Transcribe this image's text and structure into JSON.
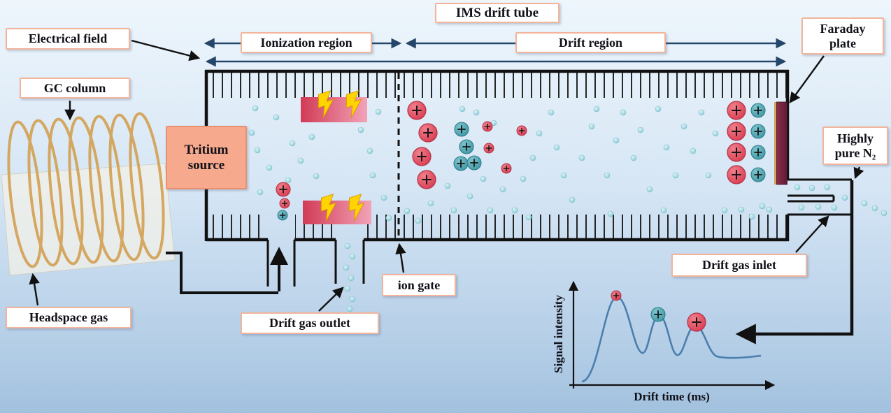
{
  "diagram": {
    "title": "IMS drift tube",
    "labels": {
      "electrical_field": "Electrical field",
      "ionization_region": "Ionization region",
      "drift_region": "Drift region",
      "gc_column": "GC column",
      "tritium_source": "Tritium source",
      "headspace_gas": "Headspace gas",
      "ion_gate": "ion gate",
      "drift_gas_outlet": "Drift gas outlet",
      "drift_gas_inlet": "Drift gas inlet",
      "faraday_plate": "Faraday plate",
      "highly_pure_n2": "Highly pure N₂"
    },
    "legend_meaning": {
      "red_circle_plus": "positive ion (large, red)",
      "teal_circle_plus": "positive ion (teal)",
      "small_dots": "neutral drift-gas molecules",
      "lightning": "ionization energy",
      "dashed_line": "ion gate"
    },
    "colors": {
      "ion_red": "#e25263",
      "ion_teal": "#4fa6b2",
      "neutral_molecule": "#aadce4",
      "label_border": "#f2b49b",
      "tritium_fill": "#f7a98d",
      "faraday_plate": "#77223f",
      "lightning_yellow": "#ffd400",
      "energy_bar_red": "#d23b55",
      "coil_tan": "#d4a45a",
      "spectrum_line": "#4a7fae",
      "region_arrow_blue": "#24466b",
      "outline_black": "#111111"
    }
  },
  "chart_data": {
    "type": "line",
    "title": "",
    "xlabel": "Drift time (ms)",
    "ylabel": "Signal intensity",
    "grid": false,
    "legend": false,
    "x_range_relative": [
      0,
      10
    ],
    "y_range_relative": [
      0,
      1
    ],
    "series": [
      {
        "name": "ion mobility spectrum",
        "x": [
          0,
          1.0,
          1.6,
          2.2,
          2.9,
          3.6,
          4.3,
          5.0,
          5.6,
          6.1,
          6.8,
          7.6,
          8.5,
          10.0
        ],
        "values": [
          0.02,
          0.06,
          0.45,
          0.95,
          0.3,
          0.33,
          0.72,
          0.3,
          0.33,
          0.62,
          0.28,
          0.26,
          0.27,
          0.28
        ]
      }
    ],
    "peaks": [
      {
        "index": 1,
        "relative_drift_time": 2.2,
        "relative_intensity": 0.95,
        "marker_ion": "small red positive ion"
      },
      {
        "index": 2,
        "relative_drift_time": 4.3,
        "relative_intensity": 0.72,
        "marker_ion": "teal positive ion"
      },
      {
        "index": 3,
        "relative_drift_time": 6.1,
        "relative_intensity": 0.62,
        "marker_ion": "large red positive ion"
      }
    ]
  }
}
